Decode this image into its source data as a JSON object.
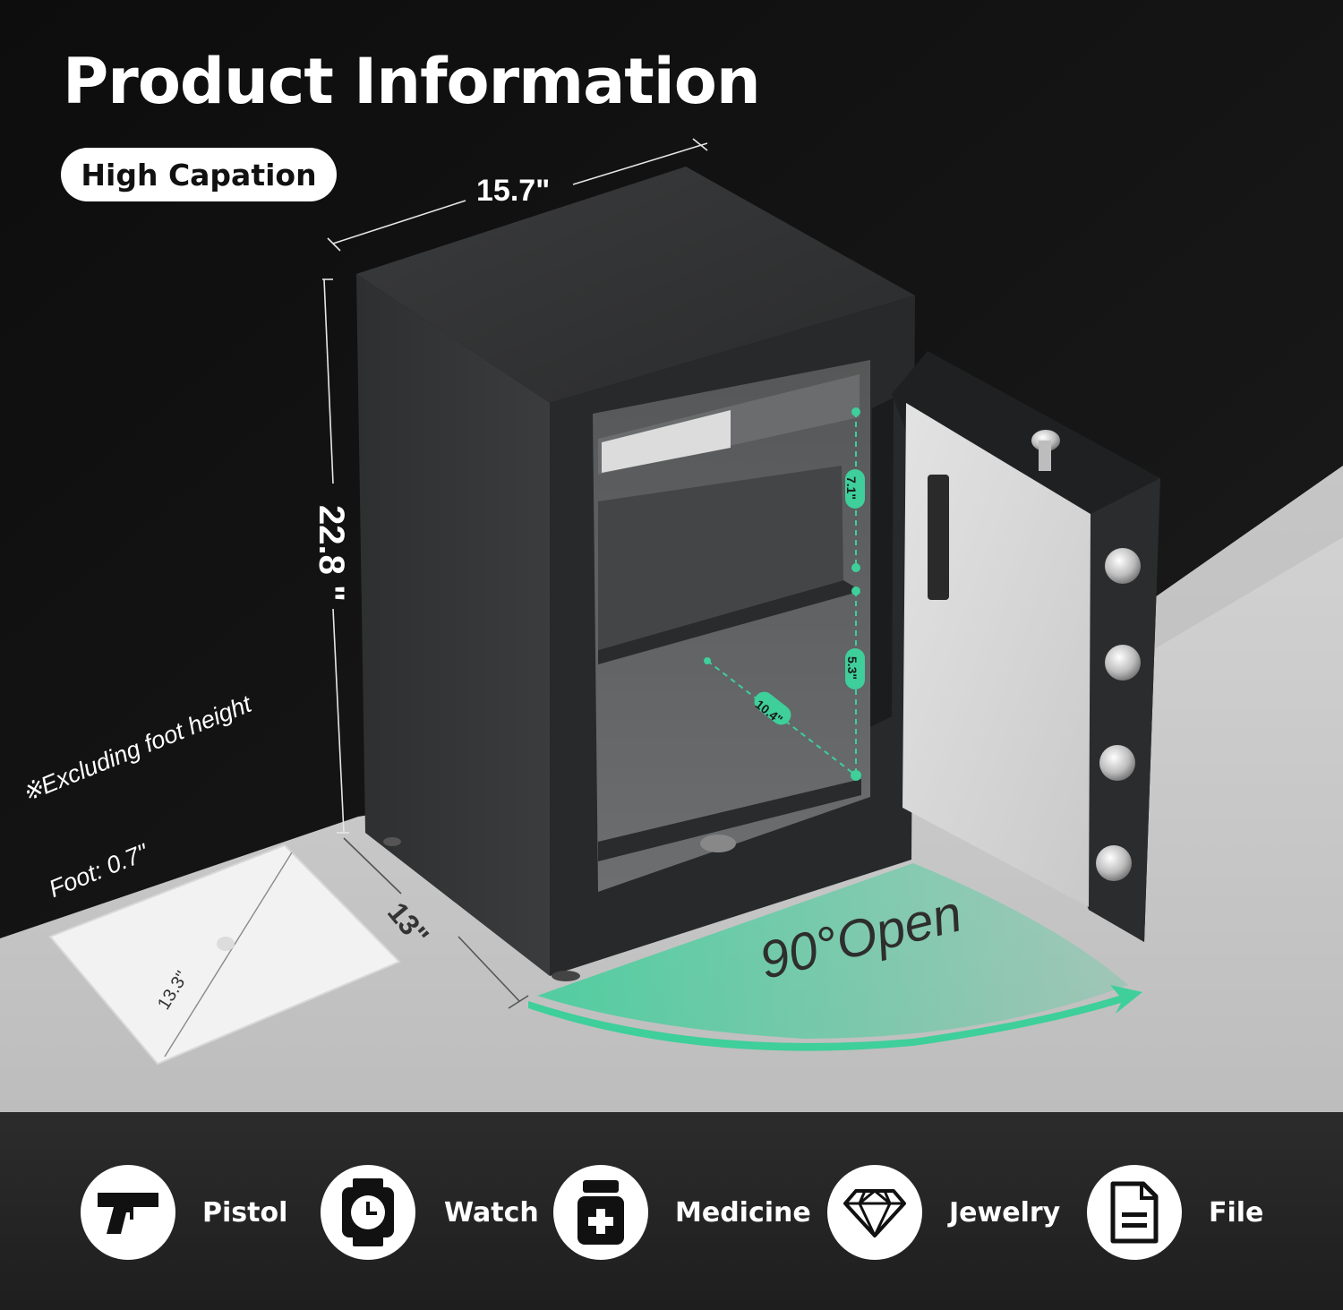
{
  "header": {
    "title": "Product Information",
    "badge": "High Capation"
  },
  "dimensions": {
    "width": "15.7\"",
    "height": "22.8 \"",
    "depth": "13\""
  },
  "interior": {
    "upper_height": "7.1\"",
    "lower_height": "5.3\"",
    "shelf_depth": "10.4\""
  },
  "note": {
    "line1": "※Excluding foot height",
    "line2": "Foot: 0.7\""
  },
  "laptop": {
    "size": "13.3\""
  },
  "door": {
    "open_label": "90°Open"
  },
  "colors": {
    "accent": "#3ecf9a",
    "background_dark": "#111111",
    "floor": "#c9c9c9",
    "safe_body": "#2f3031"
  },
  "categories": [
    {
      "label": "Pistol",
      "icon": "pistol-icon"
    },
    {
      "label": "Watch",
      "icon": "watch-icon"
    },
    {
      "label": "Medicine",
      "icon": "medicine-icon"
    },
    {
      "label": "Jewelry",
      "icon": "jewelry-icon"
    },
    {
      "label": "File",
      "icon": "file-icon"
    }
  ]
}
